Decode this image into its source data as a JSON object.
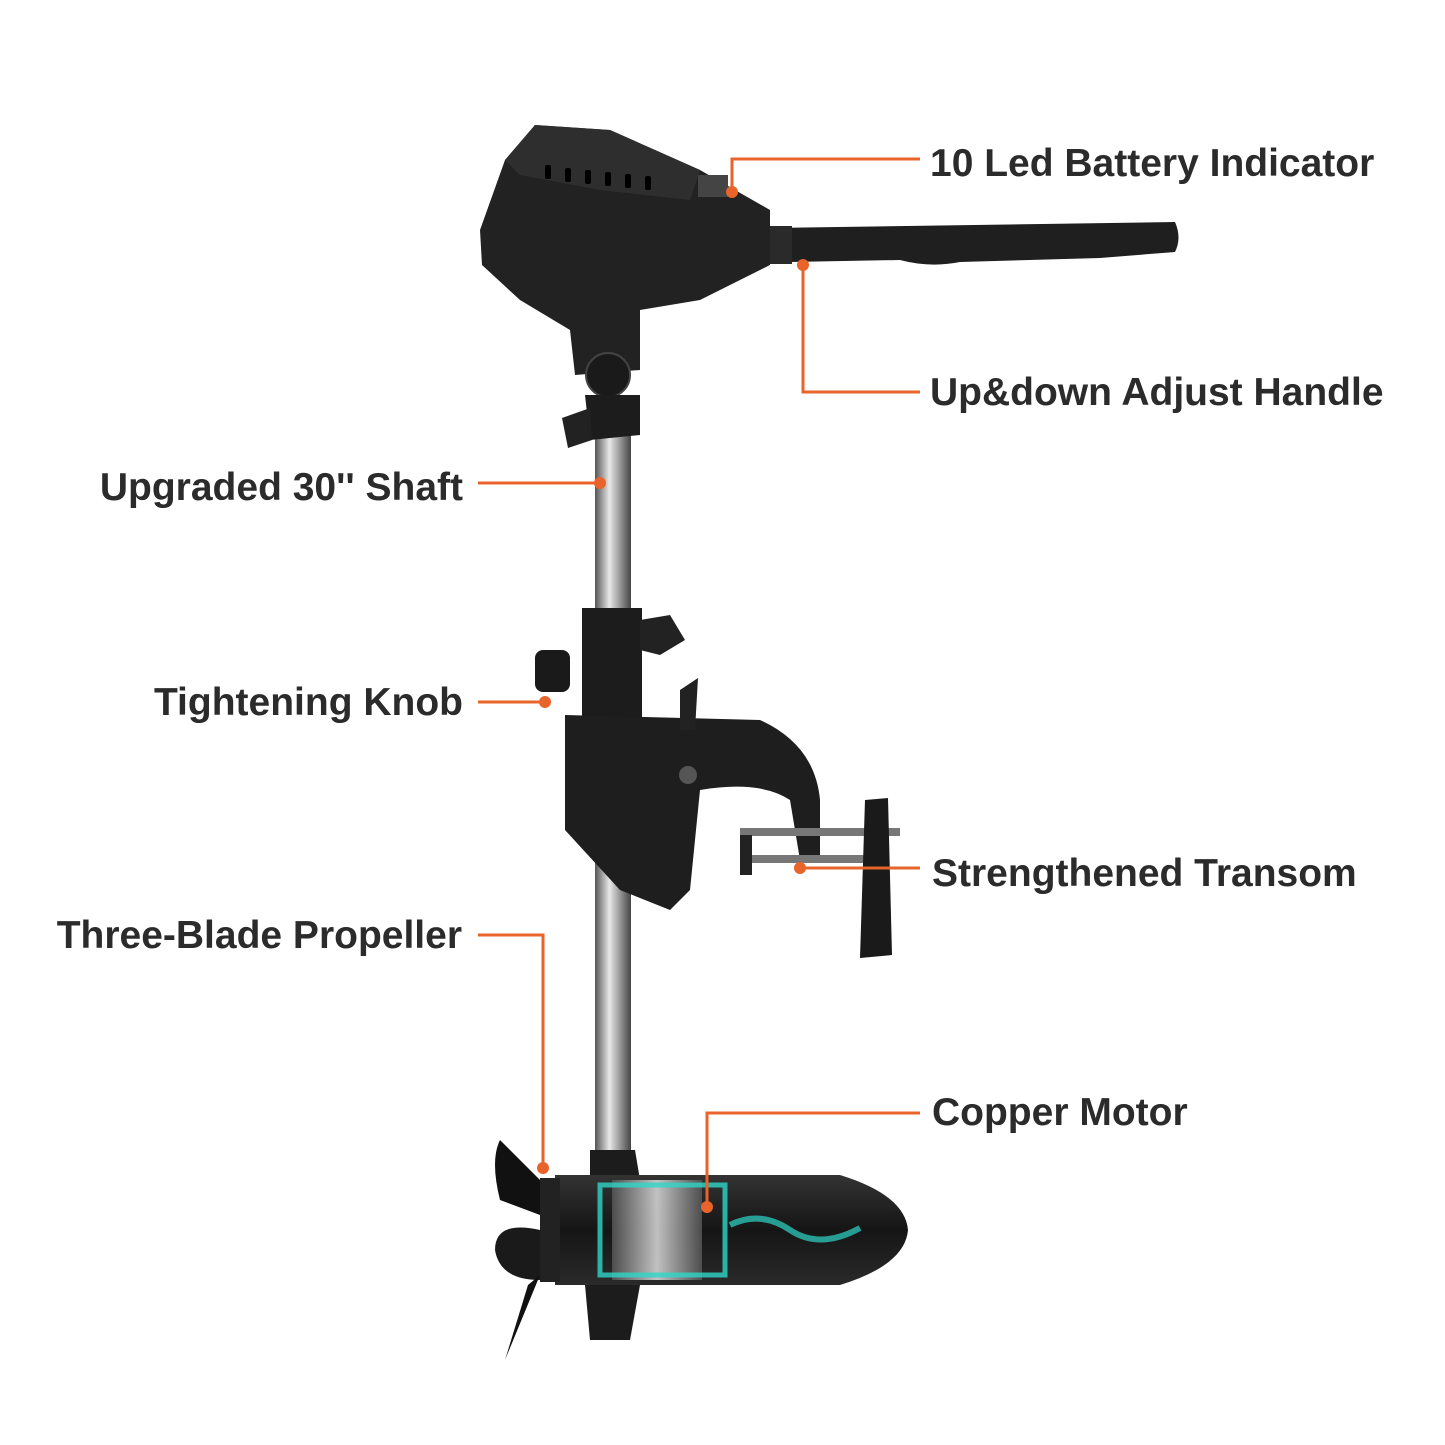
{
  "colors": {
    "leader": "#e8642a",
    "text": "#2b2b2b",
    "body": "#1e1e1e",
    "shaft": "#9a9a9a",
    "motor_glow": "#2fd6c8"
  },
  "labels": {
    "battery_indicator": "10 Led Battery Indicator",
    "adjust_handle": "Up&down Adjust Handle",
    "shaft": "Upgraded 30'' Shaft",
    "tightening_knob": "Tightening Knob",
    "transom": "Strengthened Transom",
    "propeller": "Three-Blade Propeller",
    "copper_motor": "Copper Motor"
  }
}
